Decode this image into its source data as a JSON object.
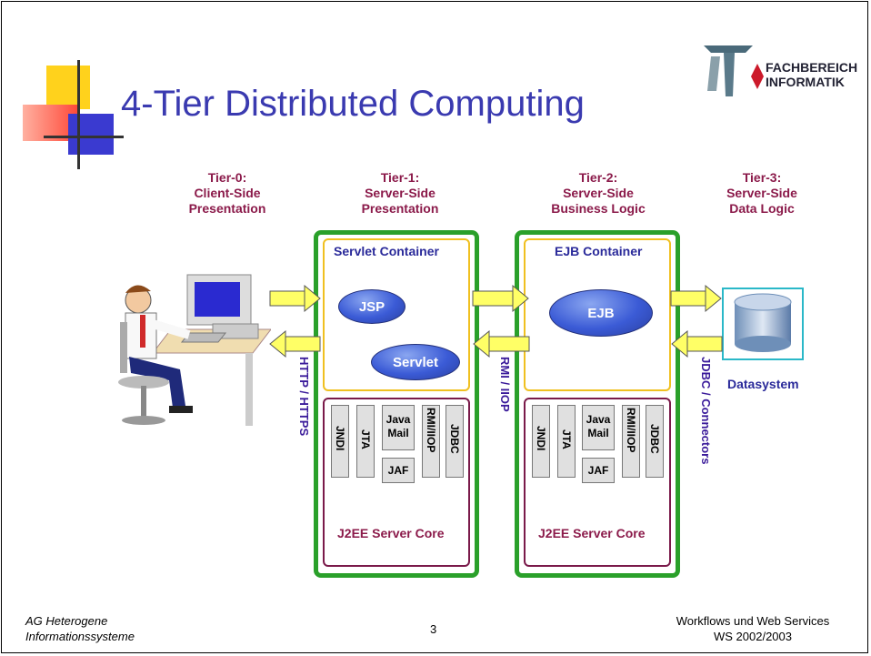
{
  "slide": {
    "title": "4-Tier Distributed Computing",
    "logo_text_line1": "FACHBEREICH",
    "logo_text_line2": "INFORMATIK",
    "page_number": "3"
  },
  "tiers": [
    {
      "line1": "Tier-0:",
      "line2": "Client-Side",
      "line3": "Presentation"
    },
    {
      "line1": "Tier-1:",
      "line2": "Server-Side",
      "line3": "Presentation"
    },
    {
      "line1": "Tier-2:",
      "line2": "Server-Side",
      "line3": "Business Logic"
    },
    {
      "line1": "Tier-3:",
      "line2": "Server-Side",
      "line3": "Data Logic"
    }
  ],
  "tier1": {
    "container_label": "Servlet Container",
    "component1": "JSP",
    "component2": "Servlet",
    "apis": {
      "jndi": "JNDI",
      "jta": "JTA",
      "javamail_1": "Java",
      "javamail_2": "Mail",
      "jaf": "JAF",
      "rmi": "RMI/IIOP",
      "jdbc": "JDBC"
    },
    "core_label": "J2EE Server Core"
  },
  "tier2": {
    "container_label": "EJB Container",
    "component1": "EJB",
    "apis": {
      "jndi": "JNDI",
      "jta": "JTA",
      "javamail_1": "Java",
      "javamail_2": "Mail",
      "jaf": "JAF",
      "rmi": "RMI/IIOP",
      "jdbc": "JDBC"
    },
    "core_label": "J2EE Server Core"
  },
  "protocols": {
    "http": "HTTP / HTTPS",
    "rmi": "RMI / IIOP",
    "jdbc": "JDBC / Connectors"
  },
  "datasystem_label": "Datasystem",
  "footer": {
    "left_line1": "AG Heterogene",
    "left_line2": "Informationssysteme",
    "right_line1": "Workflows und Web Services",
    "right_line2": "WS 2002/2003"
  },
  "colors": {
    "title": "#3a3ab0",
    "tier_label": "#8b1a4a",
    "green_border": "#2aa02a",
    "container_border": "#f0c020",
    "core_border": "#7a1a4a",
    "arrow": "#ffff66"
  }
}
